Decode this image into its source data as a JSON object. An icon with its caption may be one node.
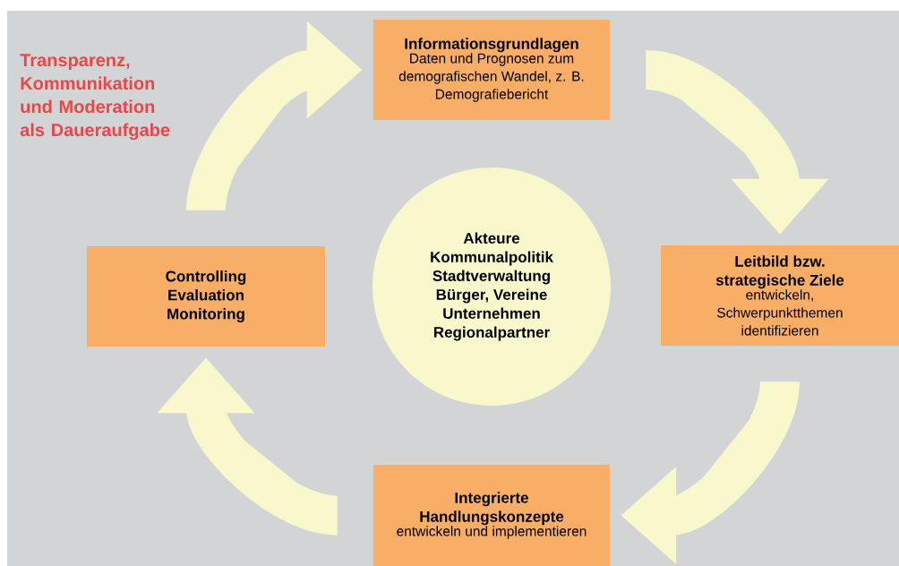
{
  "diagram": {
    "nodes": [
      {
        "text": [
          "Informationsgrundlagen",
          "Daten und Prognosen zum demografischen Wandel, z. B. Demografiebericht"
        ]
      },
      {
        "text": [
          "Leitbild bzw. strategische Ziele",
          "entwickeln, Schwerpunktthemen identifizieren"
        ]
      },
      {
        "text": [
          "Integrierte Handlungskonzepte",
          "entwickeln und implementieren"
        ]
      },
      {
        "text": [
          "Controlling Evaluation Monitoring"
        ]
      },
      {
        "text": [
          "Akteure Kommunalpolitik Stadtverwaltung Bürger, Vereine Unternehmen Regionalpartner"
        ]
      }
    ],
    "edges": [
      {
        "from": 0,
        "to": 1,
        "arrow": "to"
      },
      {
        "from": 1,
        "to": 2,
        "arrow": "to"
      },
      {
        "from": 2,
        "to": 3,
        "arrow": "to"
      },
      {
        "from": 3,
        "to": 0,
        "arrow": "to"
      }
    ],
    "labels": [
      "Transparenz, Kommunikation und Moderation als Daueraufgabe"
    ]
  }
}
